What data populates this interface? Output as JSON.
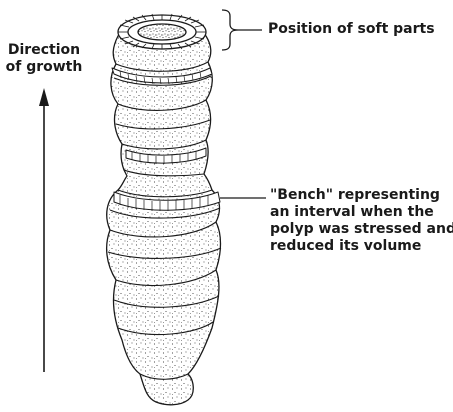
{
  "growth_label": {
    "line1": "Direction",
    "line2": "of growth"
  },
  "soft_parts_label": "Position of soft parts",
  "bench_label": {
    "line1": "\"Bench\" representing",
    "line2": "an interval when the",
    "line3": "polyp was stressed and",
    "line4": "reduced its volume"
  },
  "colors": {
    "ink": "#1a1a1a",
    "background": "#ffffff"
  }
}
